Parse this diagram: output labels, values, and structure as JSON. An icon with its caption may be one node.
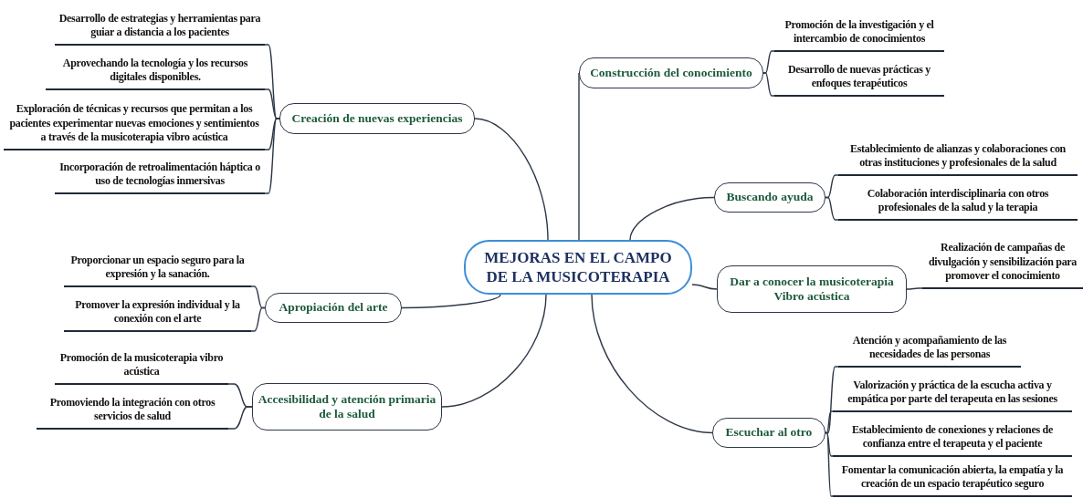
{
  "diagram": {
    "nodes": [
      {
        "text": [
          "MEJORAS EN EL CAMPO DE LA MUSICOTERAPIA"
        ]
      },
      {
        "text": [
          "Creación de nuevas experiencias"
        ]
      },
      {
        "text": [
          "Construcción del conocimiento"
        ]
      },
      {
        "text": [
          "Buscando ayuda"
        ]
      },
      {
        "text": [
          "Dar a conocer la musicoterapia Vibro acústica"
        ]
      },
      {
        "text": [
          "Apropiación del arte"
        ]
      },
      {
        "text": [
          "Accesibilidad y atención primaria de la salud"
        ]
      },
      {
        "text": [
          "Escuchar al otro"
        ]
      },
      {
        "text": [
          "Desarrollo de estrategias y herramientas para guiar a distancia a los pacientes"
        ]
      },
      {
        "text": [
          "Aprovechando la tecnología y los recursos digitales disponibles."
        ]
      },
      {
        "text": [
          "Exploración de técnicas y recursos que permitan a los pacientes experimentar nuevas emociones y sentimientos a través de la musicoterapia vibro acústica"
        ]
      },
      {
        "text": [
          "Incorporación de retroalimentación háptica o uso de tecnologías inmersivas"
        ]
      },
      {
        "text": [
          "Promoción de la investigación y el intercambio de conocimientos"
        ]
      },
      {
        "text": [
          "Desarrollo de nuevas prácticas y enfoques terapéuticos"
        ]
      },
      {
        "text": [
          "Establecimiento de alianzas y colaboraciones con otras instituciones y profesionales de la salud"
        ]
      },
      {
        "text": [
          "Colaboración interdisciplinaria con otros profesionales de la salud y la terapia"
        ]
      },
      {
        "text": [
          "Realización de campañas de divulgación y sensibilización para promover el conocimiento"
        ]
      },
      {
        "text": [
          "Proporcionar un espacio seguro para la expresión y la sanación."
        ]
      },
      {
        "text": [
          "Promover la expresión individual y la conexión con el arte"
        ]
      },
      {
        "text": [
          "Promoción de la musicoterapia vibro acústica"
        ]
      },
      {
        "text": [
          "Promoviendo la integración con otros servicios de salud"
        ]
      },
      {
        "text": [
          "Atención y acompañamiento de las necesidades de las personas"
        ]
      },
      {
        "text": [
          "Valorización y práctica de la escucha activa y empática por parte del terapeuta en las sesiones"
        ]
      },
      {
        "text": [
          "Establecimiento de conexiones y relaciones de confianza entre el terapeuta y el paciente"
        ]
      },
      {
        "text": [
          "Fomentar la comunicación abierta, la empatía y la creación de un espacio terapéutico seguro"
        ]
      }
    ],
    "edges": [
      {
        "from": 0,
        "to": 1,
        "arrow": "none"
      },
      {
        "from": 0,
        "to": 2,
        "arrow": "none"
      },
      {
        "from": 0,
        "to": 3,
        "arrow": "none"
      },
      {
        "from": 0,
        "to": 4,
        "arrow": "none"
      },
      {
        "from": 0,
        "to": 5,
        "arrow": "none"
      },
      {
        "from": 0,
        "to": 6,
        "arrow": "none"
      },
      {
        "from": 0,
        "to": 7,
        "arrow": "none"
      },
      {
        "from": 1,
        "to": 8,
        "arrow": "none"
      },
      {
        "from": 1,
        "to": 9,
        "arrow": "none"
      },
      {
        "from": 1,
        "to": 10,
        "arrow": "none"
      },
      {
        "from": 1,
        "to": 11,
        "arrow": "none"
      },
      {
        "from": 2,
        "to": 12,
        "arrow": "none"
      },
      {
        "from": 2,
        "to": 13,
        "arrow": "none"
      },
      {
        "from": 3,
        "to": 14,
        "arrow": "none"
      },
      {
        "from": 3,
        "to": 15,
        "arrow": "none"
      },
      {
        "from": 4,
        "to": 16,
        "arrow": "none"
      },
      {
        "from": 5,
        "to": 17,
        "arrow": "none"
      },
      {
        "from": 5,
        "to": 18,
        "arrow": "none"
      },
      {
        "from": 6,
        "to": 19,
        "arrow": "none"
      },
      {
        "from": 6,
        "to": 20,
        "arrow": "none"
      },
      {
        "from": 7,
        "to": 21,
        "arrow": "none"
      },
      {
        "from": 7,
        "to": 22,
        "arrow": "none"
      },
      {
        "from": 7,
        "to": 23,
        "arrow": "none"
      },
      {
        "from": 7,
        "to": 24,
        "arrow": "none"
      }
    ]
  }
}
